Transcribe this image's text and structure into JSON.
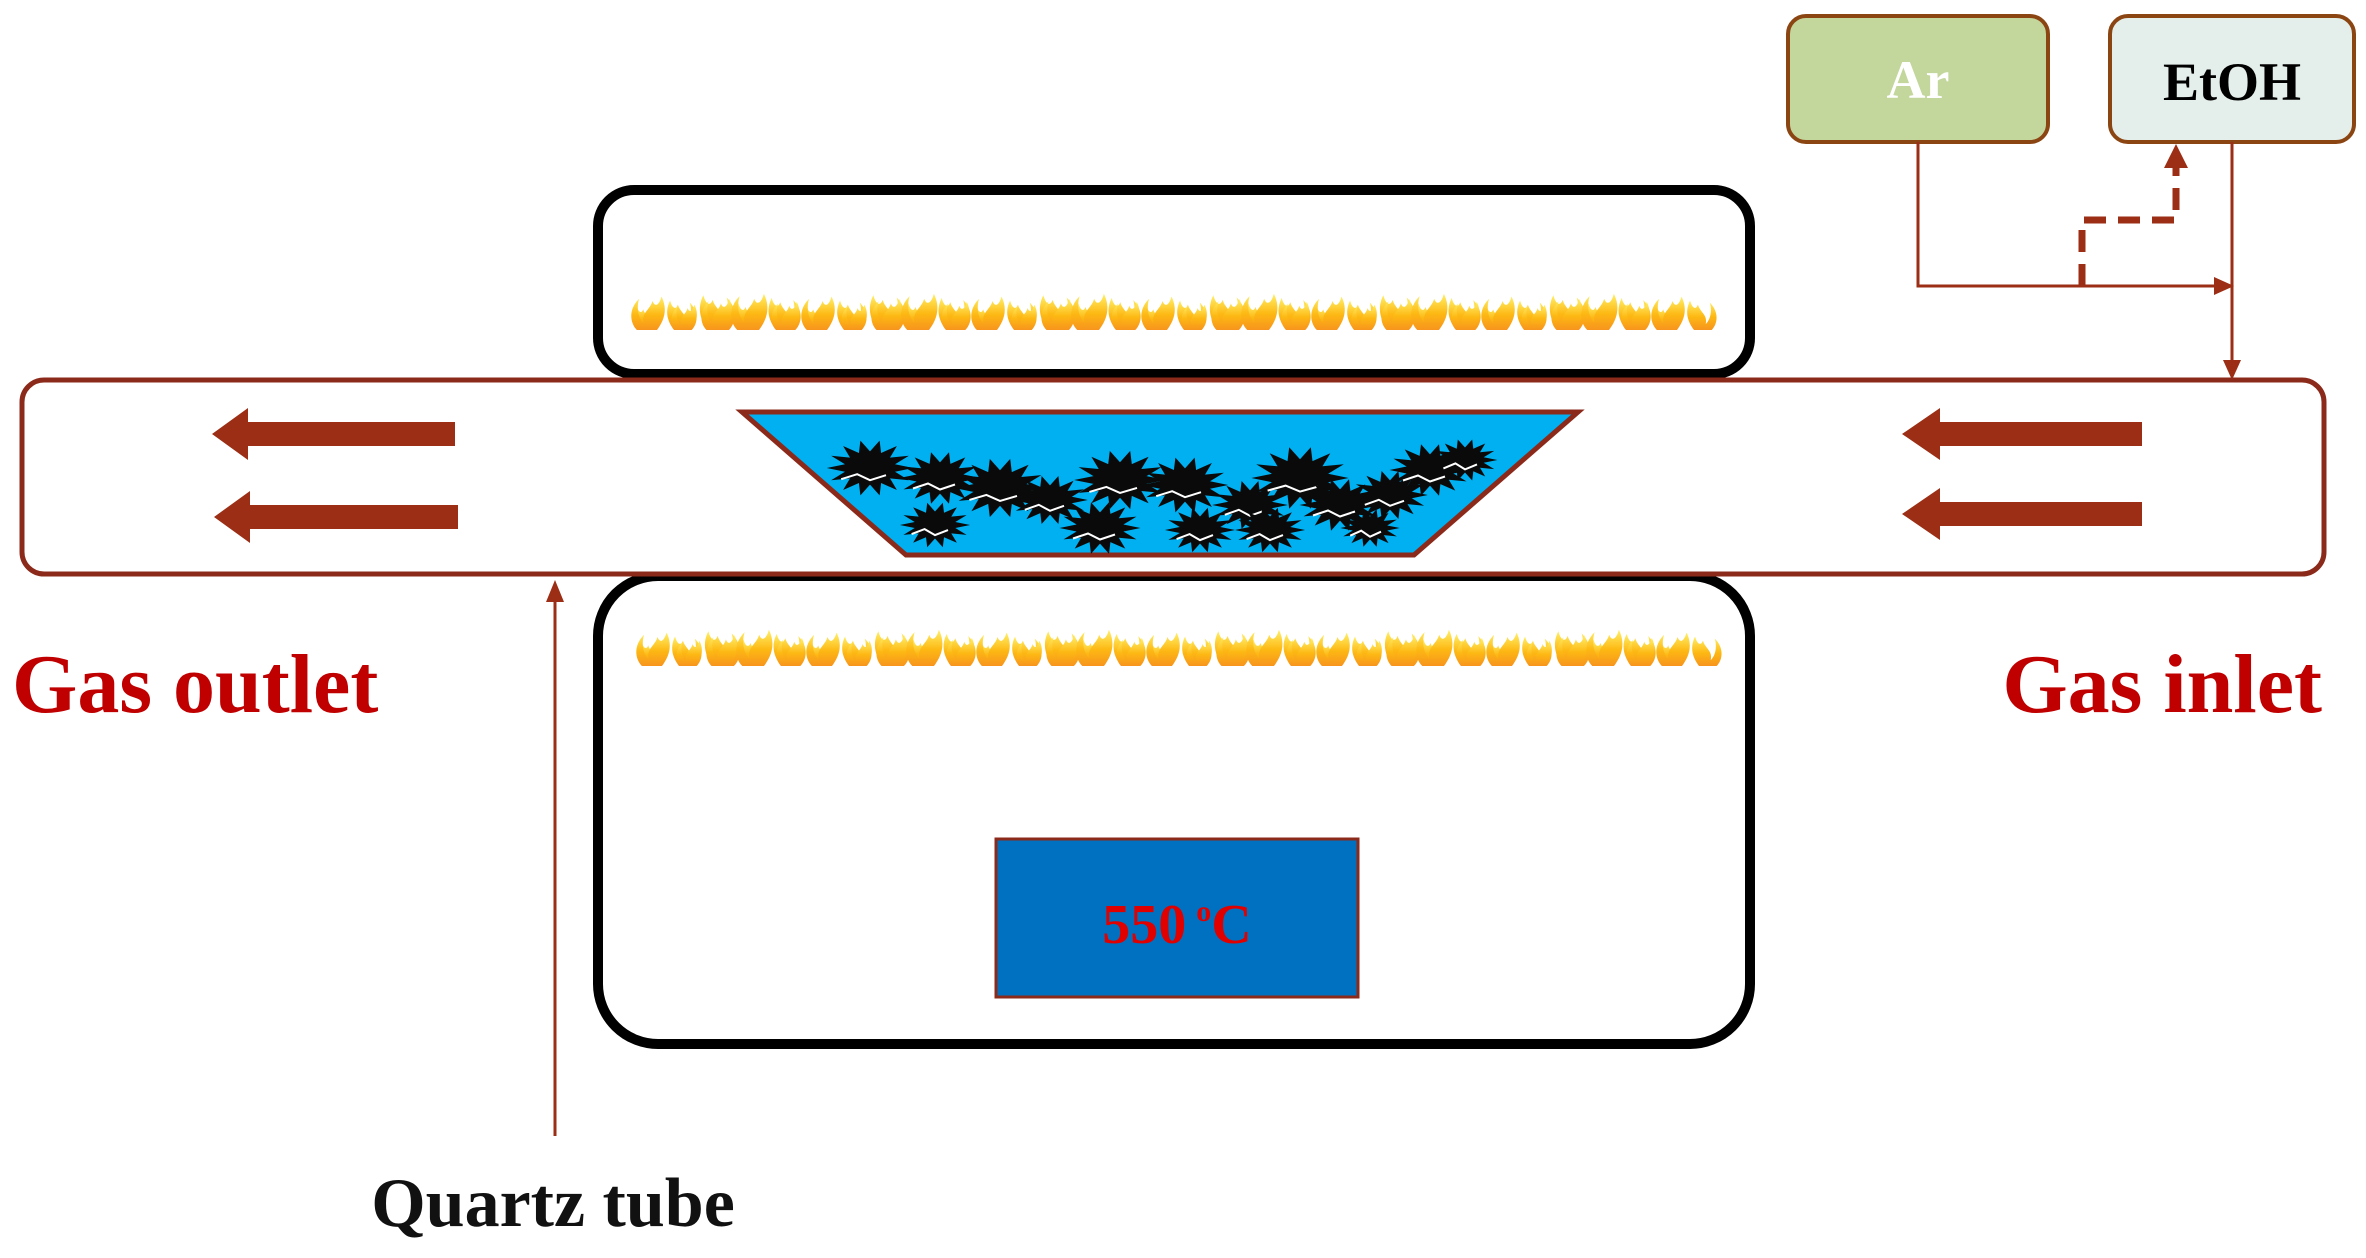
{
  "labels": {
    "gas_outlet": "Gas outlet",
    "gas_inlet": "Gas inlet",
    "quartz_tube": "Quartz tube",
    "argon": "Ar",
    "ethanol": "EtOH",
    "temperature_value": "550",
    "temperature_sup": "o",
    "temperature_unit": "C"
  },
  "colors": {
    "tube_stroke": "#8B2A1A",
    "arrow_fill": "#9B2E14",
    "label_red": "#C00000",
    "argon_box": "#C3D69B",
    "argon_box_stroke": "#8B4513",
    "ethanol_box": "#E4EEEA",
    "boat_fill": "#00B0F0",
    "controller_fill": "#0070C0",
    "temperature_text": "#E00000",
    "flame_yellow": "#FFE14D",
    "flame_orange": "#F59A1E",
    "furnace_stroke": "#000000"
  },
  "icons": {
    "flow_arrow": "left-arrow-icon",
    "flame": "flame-icon",
    "sample": "sea-urchin-particle-icon"
  }
}
